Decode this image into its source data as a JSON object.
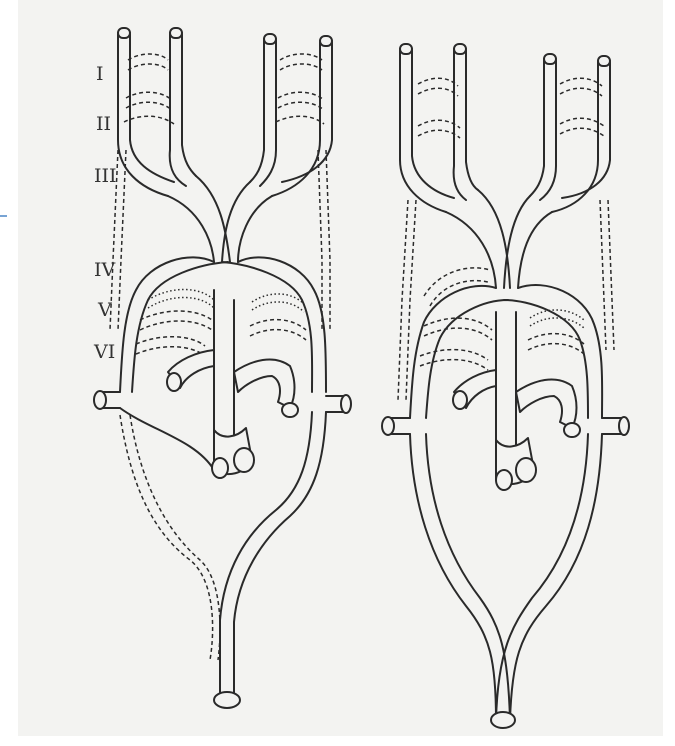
{
  "arch_labels": [
    "I",
    "II",
    "III",
    "IV",
    "V",
    "VI"
  ],
  "colors": {
    "background": "#ffffff",
    "paper": "#f3f3f1",
    "line": "#2a2a2a",
    "label": "#333333"
  }
}
